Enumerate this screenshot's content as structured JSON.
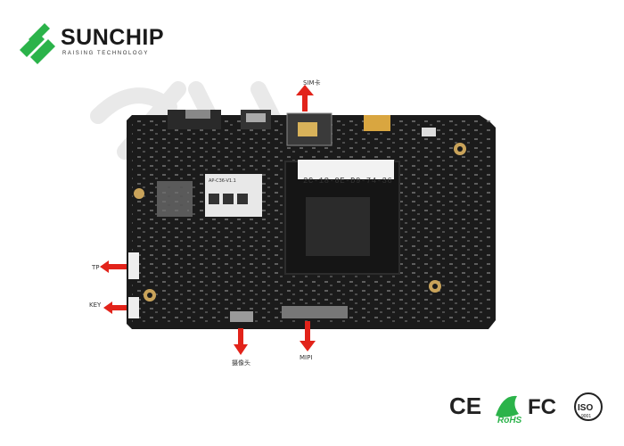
{
  "brand": {
    "name": "SUNCHIP",
    "tagline": "RAISING TECHNOLOGY"
  },
  "callouts": {
    "sim": "SIM卡",
    "tp": "TP",
    "key": "KEY",
    "camera": "摄像头",
    "mipi": "MIPI"
  },
  "board": {
    "mac_label": "2C-18-0E-D9-74-36",
    "module_label": "AP-C36-V1.1"
  },
  "certifications": {
    "ce": "CE",
    "rohs": "RoHS",
    "fc": "FC",
    "iso": "ISO",
    "iso_number": "9001"
  },
  "colors": {
    "brand_green": "#2bb34a",
    "arrow_red": "#e2231a",
    "board_black": "#1a1a1a"
  }
}
